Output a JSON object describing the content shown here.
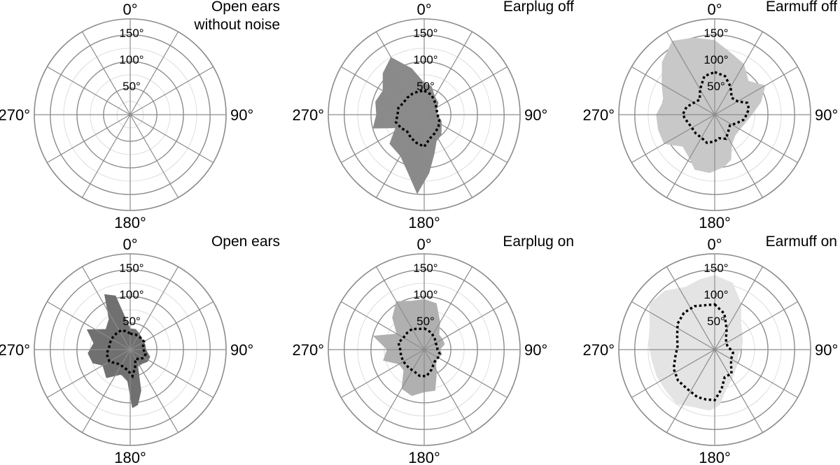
{
  "chart_data": {
    "type": "polar-area",
    "r_ticks": [
      50,
      100,
      150
    ],
    "r_tick_labels": [
      "50°",
      "100°",
      "150°"
    ],
    "r_minor_ticks": [
      25,
      75,
      125
    ],
    "r_max": 180,
    "angle_ticks": [
      0,
      30,
      60,
      90,
      120,
      150,
      180,
      210,
      240,
      270,
      300,
      330
    ],
    "angle_labels": [
      {
        "angle": 0,
        "text": "0°"
      },
      {
        "angle": 90,
        "text": "90°"
      },
      {
        "angle": 180,
        "text": "180°"
      },
      {
        "angle": 270,
        "text": "270°"
      }
    ],
    "panels": [
      {
        "title_lines": [
          "Open ears",
          "without noise"
        ],
        "color": "#8a8a8a",
        "range_points": [],
        "mean_points": []
      },
      {
        "title_lines": [
          "Earplug off"
        ],
        "color": "#8a8a8a",
        "range_points": [
          [
            0,
            60
          ],
          [
            15,
            55
          ],
          [
            30,
            40
          ],
          [
            50,
            35
          ],
          [
            70,
            25
          ],
          [
            90,
            25
          ],
          [
            110,
            35
          ],
          [
            125,
            40
          ],
          [
            140,
            50
          ],
          [
            155,
            55
          ],
          [
            165,
            75
          ],
          [
            175,
            110
          ],
          [
            185,
            150
          ],
          [
            195,
            115
          ],
          [
            210,
            90
          ],
          [
            230,
            85
          ],
          [
            245,
            60
          ],
          [
            255,
            100
          ],
          [
            270,
            90
          ],
          [
            285,
            95
          ],
          [
            300,
            90
          ],
          [
            315,
            110
          ],
          [
            330,
            125
          ],
          [
            345,
            90
          ]
        ],
        "mean_points": [
          [
            0,
            45
          ],
          [
            20,
            40
          ],
          [
            45,
            30
          ],
          [
            70,
            25
          ],
          [
            90,
            25
          ],
          [
            110,
            30
          ],
          [
            130,
            35
          ],
          [
            150,
            40
          ],
          [
            165,
            45
          ],
          [
            180,
            60
          ],
          [
            195,
            55
          ],
          [
            210,
            50
          ],
          [
            225,
            45
          ],
          [
            240,
            50
          ],
          [
            255,
            55
          ],
          [
            270,
            50
          ],
          [
            285,
            50
          ],
          [
            300,
            45
          ],
          [
            315,
            45
          ],
          [
            330,
            45
          ],
          [
            345,
            45
          ]
        ]
      },
      {
        "title_lines": [
          "Earmuff off"
        ],
        "color": "#c8c8c8",
        "range_points": [
          [
            0,
            140
          ],
          [
            15,
            120
          ],
          [
            30,
            110
          ],
          [
            45,
            90
          ],
          [
            60,
            110
          ],
          [
            75,
            90
          ],
          [
            90,
            70
          ],
          [
            105,
            60
          ],
          [
            120,
            55
          ],
          [
            135,
            55
          ],
          [
            150,
            65
          ],
          [
            160,
            90
          ],
          [
            170,
            100
          ],
          [
            185,
            110
          ],
          [
            200,
            110
          ],
          [
            210,
            95
          ],
          [
            225,
            85
          ],
          [
            240,
            110
          ],
          [
            255,
            110
          ],
          [
            270,
            110
          ],
          [
            285,
            100
          ],
          [
            300,
            115
          ],
          [
            315,
            140
          ],
          [
            330,
            160
          ],
          [
            345,
            150
          ]
        ],
        "mean_points": [
          [
            0,
            80
          ],
          [
            15,
            75
          ],
          [
            30,
            60
          ],
          [
            45,
            45
          ],
          [
            60,
            50
          ],
          [
            70,
            65
          ],
          [
            80,
            65
          ],
          [
            90,
            60
          ],
          [
            100,
            55
          ],
          [
            110,
            45
          ],
          [
            125,
            35
          ],
          [
            140,
            40
          ],
          [
            155,
            50
          ],
          [
            170,
            45
          ],
          [
            180,
            50
          ],
          [
            195,
            55
          ],
          [
            210,
            50
          ],
          [
            225,
            50
          ],
          [
            245,
            50
          ],
          [
            260,
            55
          ],
          [
            270,
            60
          ],
          [
            285,
            55
          ],
          [
            300,
            45
          ],
          [
            315,
            40
          ],
          [
            330,
            55
          ],
          [
            345,
            75
          ]
        ]
      },
      {
        "title_lines": [
          "Open ears"
        ],
        "color": "#707070",
        "range_points": [
          [
            0,
            40
          ],
          [
            15,
            40
          ],
          [
            30,
            35
          ],
          [
            50,
            30
          ],
          [
            70,
            30
          ],
          [
            90,
            30
          ],
          [
            110,
            40
          ],
          [
            125,
            40
          ],
          [
            140,
            35
          ],
          [
            155,
            35
          ],
          [
            165,
            80
          ],
          [
            172,
            105
          ],
          [
            178,
            110
          ],
          [
            185,
            60
          ],
          [
            200,
            50
          ],
          [
            220,
            70
          ],
          [
            240,
            60
          ],
          [
            250,
            75
          ],
          [
            265,
            80
          ],
          [
            280,
            70
          ],
          [
            295,
            90
          ],
          [
            310,
            60
          ],
          [
            325,
            70
          ],
          [
            335,
            115
          ],
          [
            345,
            105
          ]
        ],
        "mean_points": [
          [
            0,
            30
          ],
          [
            20,
            30
          ],
          [
            45,
            30
          ],
          [
            60,
            30
          ],
          [
            75,
            25
          ],
          [
            90,
            25
          ],
          [
            105,
            30
          ],
          [
            120,
            30
          ],
          [
            135,
            25
          ],
          [
            150,
            20
          ],
          [
            165,
            35
          ],
          [
            175,
            50
          ],
          [
            185,
            40
          ],
          [
            200,
            35
          ],
          [
            220,
            35
          ],
          [
            240,
            45
          ],
          [
            260,
            45
          ],
          [
            275,
            40
          ],
          [
            290,
            40
          ],
          [
            305,
            40
          ],
          [
            320,
            40
          ],
          [
            335,
            40
          ],
          [
            350,
            35
          ]
        ]
      },
      {
        "title_lines": [
          "Earplug on"
        ],
        "color": "#b0b0b0",
        "range_points": [
          [
            0,
            95
          ],
          [
            15,
            90
          ],
          [
            30,
            60
          ],
          [
            45,
            40
          ],
          [
            60,
            40
          ],
          [
            75,
            40
          ],
          [
            90,
            30
          ],
          [
            105,
            35
          ],
          [
            125,
            30
          ],
          [
            140,
            35
          ],
          [
            155,
            55
          ],
          [
            165,
            80
          ],
          [
            180,
            80
          ],
          [
            195,
            90
          ],
          [
            210,
            85
          ],
          [
            225,
            55
          ],
          [
            240,
            55
          ],
          [
            255,
            80
          ],
          [
            270,
            70
          ],
          [
            285,
            100
          ],
          [
            300,
            60
          ],
          [
            315,
            85
          ],
          [
            330,
            105
          ],
          [
            345,
            95
          ]
        ],
        "mean_points": [
          [
            0,
            40
          ],
          [
            20,
            35
          ],
          [
            40,
            30
          ],
          [
            60,
            25
          ],
          [
            80,
            25
          ],
          [
            90,
            25
          ],
          [
            105,
            30
          ],
          [
            120,
            30
          ],
          [
            140,
            30
          ],
          [
            160,
            40
          ],
          [
            175,
            50
          ],
          [
            190,
            50
          ],
          [
            205,
            45
          ],
          [
            220,
            45
          ],
          [
            240,
            45
          ],
          [
            255,
            45
          ],
          [
            270,
            45
          ],
          [
            285,
            50
          ],
          [
            300,
            45
          ],
          [
            315,
            45
          ],
          [
            330,
            45
          ],
          [
            345,
            40
          ]
        ]
      },
      {
        "title_lines": [
          "Earmuff on"
        ],
        "color": "#e4e4e4",
        "range_points": [
          [
            0,
            140
          ],
          [
            15,
            130
          ],
          [
            30,
            100
          ],
          [
            45,
            70
          ],
          [
            60,
            60
          ],
          [
            75,
            55
          ],
          [
            90,
            50
          ],
          [
            105,
            45
          ],
          [
            120,
            50
          ],
          [
            135,
            55
          ],
          [
            150,
            65
          ],
          [
            165,
            80
          ],
          [
            175,
            105
          ],
          [
            185,
            115
          ],
          [
            200,
            115
          ],
          [
            215,
            125
          ],
          [
            230,
            120
          ],
          [
            245,
            120
          ],
          [
            260,
            120
          ],
          [
            275,
            125
          ],
          [
            290,
            130
          ],
          [
            305,
            150
          ],
          [
            320,
            145
          ],
          [
            335,
            130
          ],
          [
            348,
            135
          ]
        ],
        "mean_points": [
          [
            0,
            85
          ],
          [
            15,
            70
          ],
          [
            30,
            45
          ],
          [
            45,
            30
          ],
          [
            60,
            25
          ],
          [
            75,
            25
          ],
          [
            90,
            30
          ],
          [
            100,
            35
          ],
          [
            115,
            35
          ],
          [
            130,
            40
          ],
          [
            145,
            55
          ],
          [
            160,
            55
          ],
          [
            170,
            75
          ],
          [
            180,
            95
          ],
          [
            190,
            95
          ],
          [
            200,
            95
          ],
          [
            215,
            90
          ],
          [
            230,
            90
          ],
          [
            245,
            85
          ],
          [
            260,
            75
          ],
          [
            275,
            70
          ],
          [
            290,
            75
          ],
          [
            305,
            85
          ],
          [
            320,
            90
          ],
          [
            335,
            90
          ],
          [
            350,
            85
          ]
        ]
      }
    ]
  }
}
